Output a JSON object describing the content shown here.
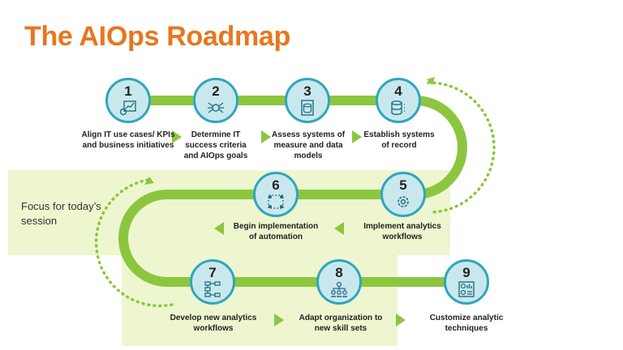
{
  "title": "The AIOps Roadmap",
  "focus_note": "Focus for today’s session",
  "colors": {
    "title": "#e8761f",
    "road": "#8cc63f",
    "circle_fill": "#c9e8ee",
    "circle_border": "#2fa6bd",
    "focus_bg": "#eef6cf"
  },
  "steps": [
    {
      "number": "1",
      "label": "Align IT use cases/ KPIs and business initiatives",
      "icon": "chart-gear-icon"
    },
    {
      "number": "2",
      "label": "Determine IT success criteria and AIOps goals",
      "icon": "network-icon"
    },
    {
      "number": "3",
      "label": "Assess systems of measure and data models",
      "icon": "database-doc-icon"
    },
    {
      "number": "4",
      "label": "Establish systems of record",
      "icon": "database-icon"
    },
    {
      "number": "5",
      "label": "Implement analytics workflows",
      "icon": "gear-icon"
    },
    {
      "number": "6",
      "label": "Begin implementation of automation",
      "icon": "workflow-icon"
    },
    {
      "number": "7",
      "label": "Develop new analytics workflows",
      "icon": "flowchart-icon"
    },
    {
      "number": "8",
      "label": "Adapt organization to new skill sets",
      "icon": "org-chart-icon"
    },
    {
      "number": "9",
      "label": "Customize analytic techniques",
      "icon": "dashboard-icon"
    }
  ]
}
